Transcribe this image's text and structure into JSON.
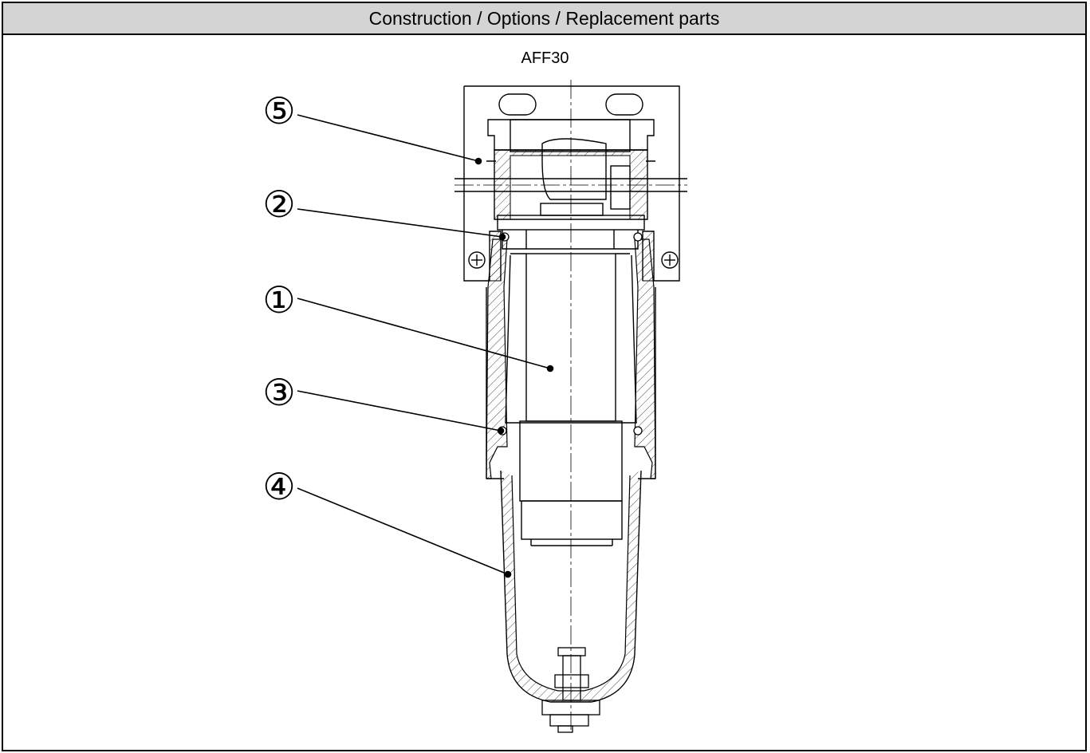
{
  "header": {
    "title": "Construction / Options / Replacement parts"
  },
  "drawing": {
    "model": "AFF30",
    "callouts": [
      {
        "id": "5",
        "label": "⑤"
      },
      {
        "id": "2",
        "label": "②"
      },
      {
        "id": "1",
        "label": "①"
      },
      {
        "id": "3",
        "label": "③"
      },
      {
        "id": "4",
        "label": "④"
      }
    ]
  }
}
